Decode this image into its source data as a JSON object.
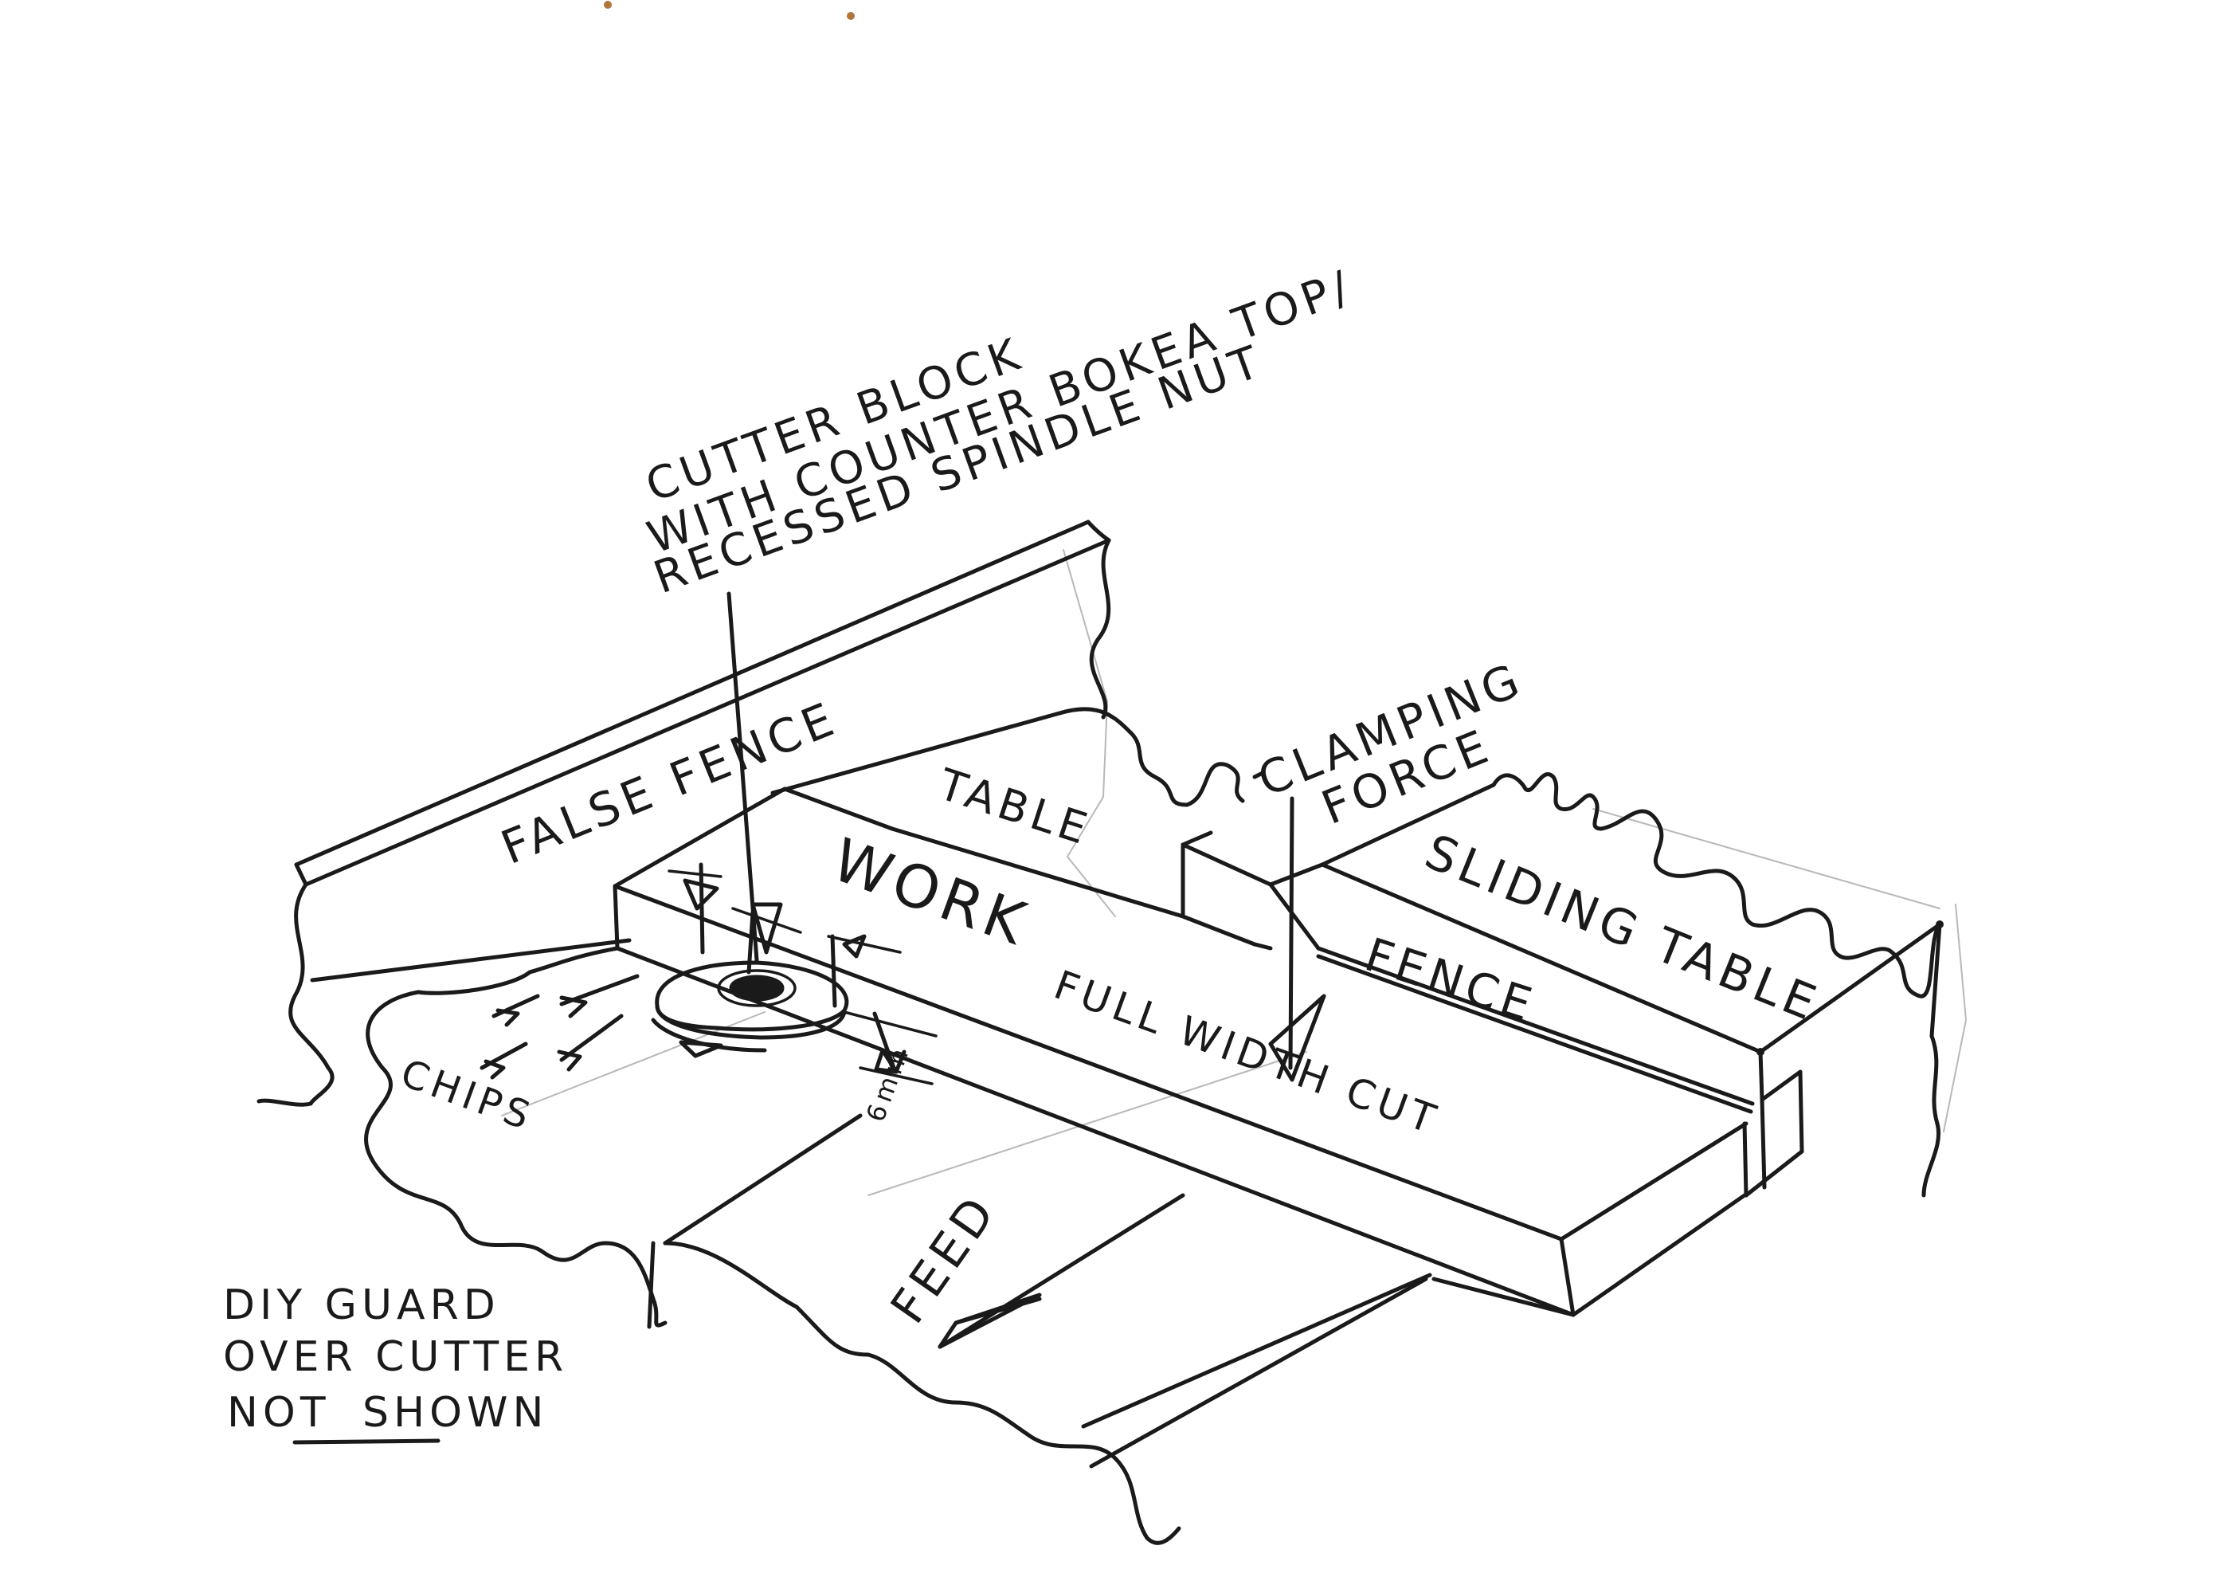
{
  "labels": {
    "cutter_block_1": "CUTTER BLOCK",
    "cutter_block_2": "WITH COUNTER BOKEA TOP/",
    "cutter_block_3": "RECESSED SPINDLE NUT",
    "false_fence": "FALSE FENCE",
    "table_top": "TABLE",
    "clamping_1": "CLAMPING",
    "clamping_2": "FORCE",
    "work": "WORK",
    "sliding_table": "SLIDING TABLE",
    "fence": "FENCE",
    "full_width_cut": "FULL WIDTH CUT",
    "chips": "CHIPS",
    "dimension": "6mm",
    "feed": "FEED",
    "guard_1": "DIY GUARD",
    "guard_2": "OVER CUTTER",
    "guard_3_a": "NOT",
    "guard_3_b": "SHOWN"
  }
}
